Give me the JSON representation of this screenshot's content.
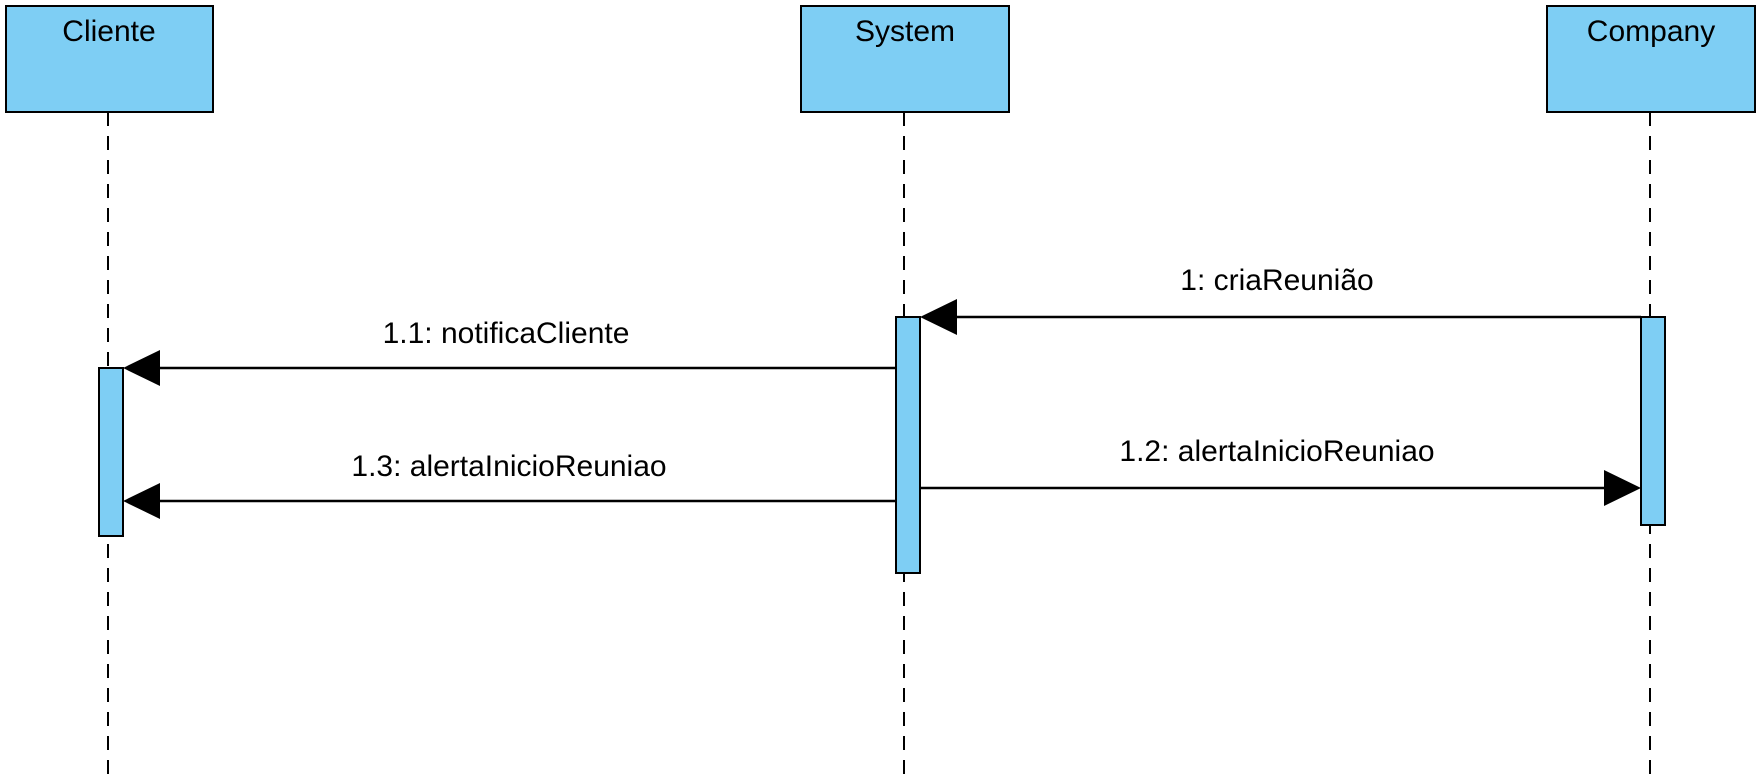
{
  "diagram": {
    "type": "sequence",
    "colors": {
      "fill": "#7ecef4",
      "stroke": "#000000"
    },
    "lifelines": [
      {
        "id": "cliente",
        "name": "Cliente"
      },
      {
        "id": "system",
        "name": "System"
      },
      {
        "id": "company",
        "name": "Company"
      }
    ],
    "messages": [
      {
        "label": "1: criaReunião",
        "from": "company",
        "to": "system"
      },
      {
        "label": "1.1: notificaCliente",
        "from": "system",
        "to": "cliente"
      },
      {
        "label": "1.2: alertaInicioReuniao",
        "from": "system",
        "to": "company"
      },
      {
        "label": "1.3: alertaInicioReuniao",
        "from": "system",
        "to": "cliente"
      }
    ]
  }
}
